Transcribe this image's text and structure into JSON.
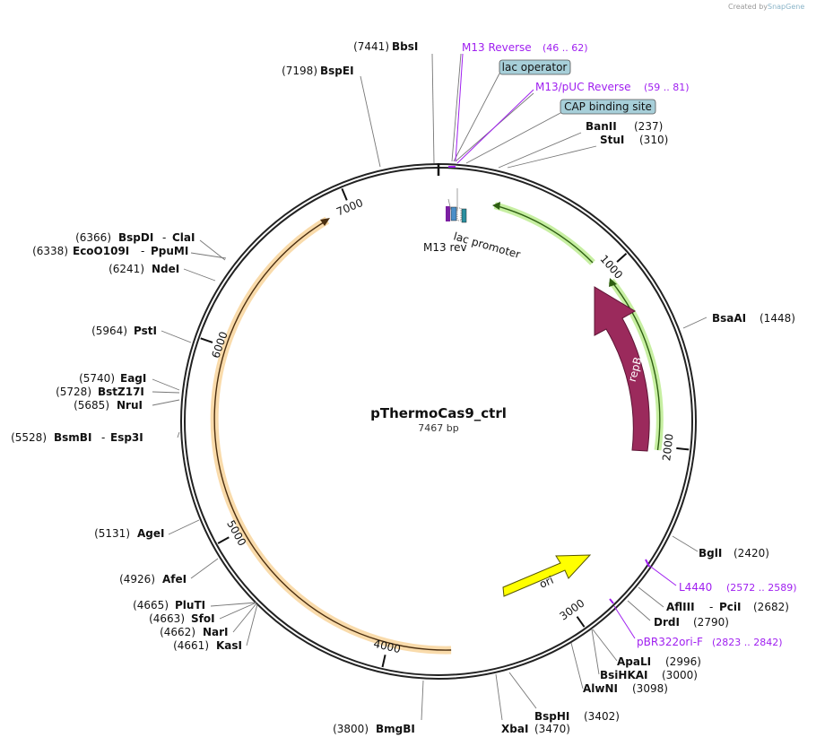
{
  "brand": {
    "created_by": "Created by",
    "name": "SnapGene"
  },
  "plasmid": {
    "name": "pThermoCas9_ctrl",
    "length_label": "7467 bp",
    "length": 7467
  },
  "ticks": [
    {
      "label": "1000",
      "bp": 1000
    },
    {
      "label": "2000",
      "bp": 2000
    },
    {
      "label": "3000",
      "bp": 3000
    },
    {
      "label": "4000",
      "bp": 4000
    },
    {
      "label": "5000",
      "bp": 5000
    },
    {
      "label": "6000",
      "bp": 6000
    },
    {
      "label": "7000",
      "bp": 7000
    }
  ],
  "sites": {
    "bbsI": {
      "name": "BbsI",
      "pos": "(7441)"
    },
    "bspEI": {
      "name": "BspEI",
      "pos": "(7198)"
    },
    "banII": {
      "name": "BanII",
      "pos": "(237)"
    },
    "stuI": {
      "name": "StuI",
      "pos": "(310)"
    },
    "bspDI": {
      "name": "BspDI",
      "pos": "(6366)"
    },
    "claI": {
      "name": "ClaI"
    },
    "ecoO109I": {
      "name": "EcoO109I",
      "pos": "(6338)"
    },
    "ppuMI": {
      "name": "PpuMI"
    },
    "ndeI": {
      "name": "NdeI",
      "pos": "(6241)"
    },
    "pstI": {
      "name": "PstI",
      "pos": "(5964)"
    },
    "eagI": {
      "name": "EagI",
      "pos": "(5740)"
    },
    "bstZ17I": {
      "name": "BstZ17I",
      "pos": "(5728)"
    },
    "nruI": {
      "name": "NruI",
      "pos": "(5685)"
    },
    "bsmBI": {
      "name": "BsmBI",
      "pos": "(5528)"
    },
    "esp3I": {
      "name": "Esp3I"
    },
    "ageI": {
      "name": "AgeI",
      "pos": "(5131)"
    },
    "afeI": {
      "name": "AfeI",
      "pos": "(4926)"
    },
    "pluTI": {
      "name": "PluTI",
      "pos": "(4665)"
    },
    "sfoI": {
      "name": "SfoI",
      "pos": "(4663)"
    },
    "narI": {
      "name": "NarI",
      "pos": "(4662)"
    },
    "kasI": {
      "name": "KasI",
      "pos": "(4661)"
    },
    "bmgBI": {
      "name": "BmgBI",
      "pos": "(3800)"
    },
    "xbaI": {
      "name": "XbaI",
      "pos": "(3470)"
    },
    "bspHI": {
      "name": "BspHI",
      "pos": "(3402)"
    },
    "alwNI": {
      "name": "AlwNI",
      "pos": "(3098)"
    },
    "bsiHKAI": {
      "name": "BsiHKAI",
      "pos": "(3000)"
    },
    "apaLI": {
      "name": "ApaLI",
      "pos": "(2996)"
    },
    "drdI": {
      "name": "DrdI",
      "pos": "(2790)"
    },
    "aflIII": {
      "name": "AflIII",
      "pos": "(2682)"
    },
    "pciI": {
      "name": "PciI"
    },
    "bglI": {
      "name": "BglI",
      "pos": "(2420)"
    },
    "bsaAI": {
      "name": "BsaAI",
      "pos": "(1448)"
    }
  },
  "primers": {
    "m13rev": {
      "name": "M13 Reverse",
      "range": "(46 .. 62)"
    },
    "m13puc": {
      "name": "M13/pUC Reverse",
      "range": "(59 .. 81)"
    },
    "l4440": {
      "name": "L4440",
      "range": "(2572 .. 2589)"
    },
    "pbr322": {
      "name": "pBR322ori-F",
      "range": "(2823 .. 2842)"
    }
  },
  "boxed": {
    "lac_operator": "lac operator",
    "cap_site": "CAP binding site"
  },
  "features": {
    "lac_promoter": "lac promoter",
    "m13_rev": "M13 rev",
    "repB": "repB",
    "ori": "ori"
  },
  "colors": {
    "backbone": "#222222",
    "primer": "#a020f0",
    "box_fill": "#a7cfd9",
    "repB": "#9b2a5c",
    "ori": "#ffff00",
    "green_arc": "#7fd13b",
    "orange_arc": "#f2b04a"
  }
}
